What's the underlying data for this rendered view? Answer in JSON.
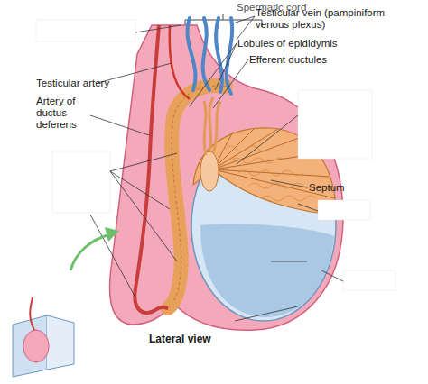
{
  "diagram": {
    "labels": [
      "Spermatic cord",
      "Testicular vein (pampiniform venous plexus)",
      "Lobules of epididymis",
      "Efferent ductules",
      "Testicular artery",
      "Artery of ductus deferens",
      "Septum",
      "Lateral view"
    ]
  }
}
